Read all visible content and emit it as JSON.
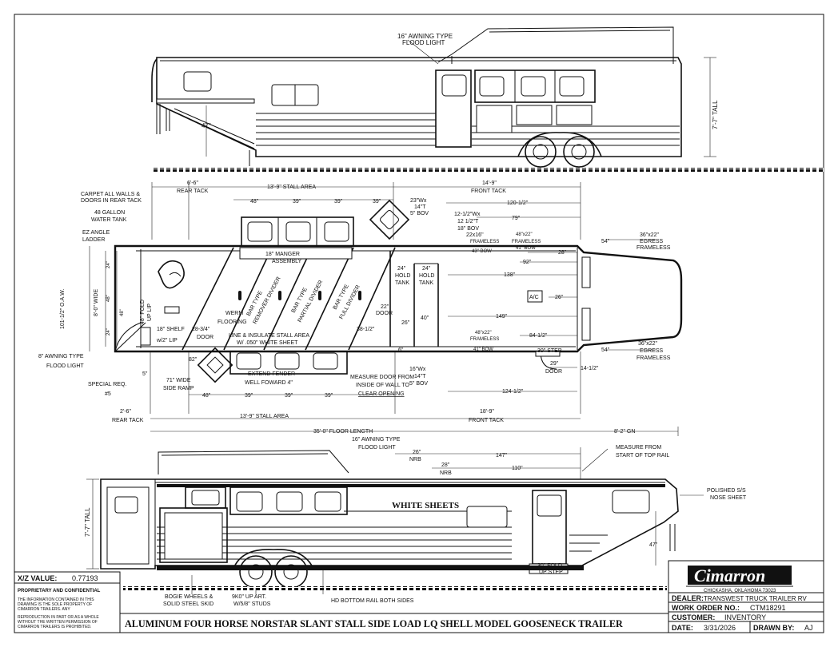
{
  "top_view": {
    "awning_light": "16\" AWNING TYPE",
    "awning_light_2": "FLOOD LIGHT",
    "height": "7'-7\" TALL",
    "dim_47": "47\""
  },
  "plan_view": {
    "rear_tack_top": "6'-6\"",
    "rear_tack_top_label": "REAR TACK",
    "stall_area_top": "13'-9\" STALL AREA",
    "front_tack_top": "14'-9\"",
    "front_tack_top_label": "FRONT TACK",
    "carpet": "CARPET ALL WALLS &",
    "carpet_2": "DOORS IN REAR TACK",
    "water_tank": "48 GALLON",
    "water_tank_2": "WATER TANK",
    "ladder": "EZ ANGLE",
    "ladder_2": "LADDER",
    "width_oa": "101-1/2\" O.A.W.",
    "width_inside": "8'-0\" WIDE",
    "dim_48_top": "48\"",
    "dim_39_a": "39\"",
    "dim_39_b": "39\"",
    "dim_39_c": "39\"",
    "bov_1": "23\"Wx",
    "bov_1b": "14\"T",
    "bov_1c": "5\" BOV",
    "bov_2": "12-1/2\"Wx",
    "bov_2b": "12 1/2\"T",
    "bov_2c": "18\" BOV",
    "bov_2d": "22x16\"",
    "dim_120": "120-1/2\"",
    "dim_79": "79\"",
    "frameless_1": "48\"x22\"",
    "frameless_1b": "FRAMELESS",
    "frameless_1c": "41\" BOW",
    "frameless_2": "FRAMELESS",
    "frameless_2b": "43\" BOW",
    "dim_92": "92\"",
    "dim_28": "28\"",
    "egress_top": "36\"x22\"",
    "egress_top_b": "EGRESS",
    "egress_top_c": "FRAMELESS",
    "dim_54_top": "54\"",
    "manger": "18\" MANGER",
    "manger_2": "ASSEMBLY",
    "bar_type_1": "BAR TYPE",
    "bar_type_1b": "REMOVER DIVIDER",
    "bar_type_2": "BAR TYPE",
    "bar_type_2b": "PARTIAL DIVIDER",
    "bar_type_3": "BAR TYPE",
    "bar_type_3b": "FULL DIVIDER",
    "hold_tank_1": "24\"",
    "hold_tank_1b": "HOLD",
    "hold_tank_1c": "TANK",
    "hold_tank_2": "24\"",
    "hold_tank_2b": "HOLD",
    "hold_tank_2c": "TANK",
    "dim_138": "138\"",
    "ac": "A/C",
    "dim_26_ac": "26\"",
    "dim_149": "149\"",
    "dim_22": "22\"",
    "door_label": "DOOR",
    "dim_26_door": "26\"",
    "dim_40": "40\"",
    "werm": "WERM",
    "werm_2": "FLOORING",
    "lip": "48\" FOLD",
    "lip_2": "UP LIP",
    "shelf": "18\" SHELF",
    "shelf_2": "w/2\" LIP",
    "door_28": "28-3/4\"",
    "door_28b": "DOOR",
    "line_insulate": "LINE & INSULATE STALL AREA",
    "line_insulate_2": "W/ .050\" WHITE SHEET",
    "dim_38": "38-1/2\"",
    "frameless_3": "48\"x22\"",
    "frameless_3b": "FRAMELESS",
    "frameless_3c": "41\" BOW",
    "dim_84": "84-1/2\"",
    "egress_bot": "36\"x22\"",
    "egress_bot_b": "EGRESS",
    "egress_bot_c": "FRAMELESS",
    "dim_54_bot": "54\"",
    "step": "30\" STEP",
    "door_29": "29\"",
    "door_29b": "DOOR",
    "dim_14": "14-1/2\"",
    "awning_left": "8\" AWNING TYPE",
    "awning_left_2": "FLOOD LIGHT",
    "dim_82": "82\"",
    "ramp": "71\" WIDE",
    "ramp_2": "SIDE RAMP",
    "special": "SPECIAL REQ.",
    "special_2": "#5",
    "fender": "EXTEND FENDER",
    "fender_2": "WELL FOWARD 4\"",
    "measure_door": "MEASURE DOOR FROM",
    "measure_door_2": "INSIDE OF WALL TO",
    "measure_door_3": "CLEAR OPENING",
    "bov_3": "16\"Wx",
    "bov_3b": "14\"T",
    "bov_3c": "5\" BOV",
    "dim_6": "6\"",
    "dim_5": "5\"",
    "dim_48_bot": "48\"",
    "dim_39_d": "39\"",
    "dim_39_e": "39\"",
    "dim_39_f": "39\"",
    "dim_124": "124-1/2\"",
    "rear_tack_bot": "2'-6\"",
    "rear_tack_bot_label": "REAR TACK",
    "stall_area_bot": "13'-9\" STALL AREA",
    "front_tack_bot": "18'-9\"",
    "front_tack_bot_label": "FRONT TACK",
    "dim_24a": "24\"",
    "dim_48l": "48\"",
    "dim_48m": "48\"",
    "dim_24b": "24\"",
    "floor_length": "35'-0\" FLOOR LENGTH",
    "gn": "8'-2\" GN"
  },
  "side_view": {
    "awning": "16\" AWNING TYPE",
    "awning_2": "FLOOD LIGHT",
    "measure_rail": "MEASURE FROM",
    "measure_rail_2": "START OF TOP RAIL",
    "dim_26": "26\"",
    "nrb_1": "NRB",
    "dim_147": "147\"",
    "dim_28": "28\"",
    "nrb_2": "NRB",
    "dim_110": "110\"",
    "height": "7'-7\" TALL",
    "white_sheets": "WHITE SHEETS",
    "nose": "POLISHED S/S",
    "nose_2": "NOSE SHEET",
    "dim_47": "47\"",
    "fold_step": "30\" FOLD",
    "fold_step_2": "UP STEP",
    "bogie": "BOGIE WHEELS &",
    "bogie_2": "SOLID STEEL SKID",
    "axle": "9K0\" UP ART.",
    "axle_2": "W/5/8\" STUDS",
    "bottom_rail": "HD BOTTOM RAIL BOTH SIDES"
  },
  "title_block": {
    "xz_label": "X/Z VALUE:",
    "xz_value": "0.77193",
    "proprietary": "PROPRIETARY AND CONFIDENTIAL",
    "notice_1": "THE INFORMATION CONTAINED IN THIS",
    "notice_2": "DRAWING IS THE SOLE PROPERTY OF",
    "notice_3": "CIMARRON TRAILERS. ANY",
    "notice_4": "REPRODUCTION IN PART OR AS A WHOLE",
    "notice_5": "WITHOUT THE WRITTEN PERMISSION OF",
    "notice_6": "CIMARRON TRAILERS IS PROHIBITED.",
    "title": "ALUMINUM FOUR HORSE NORSTAR SLANT STALL SIDE LOAD LQ SHELL MODEL GOOSENECK TRAILER",
    "logo": "Cimarron",
    "location": "CHICKASHA, OKLAHOMA 73023",
    "dealer_label": "DEALER:",
    "dealer_value": "TRANSWEST TRUCK TRAILER RV",
    "work_order_label": "WORK ORDER NO.:",
    "work_order_value": "CTM18291",
    "customer_label": "CUSTOMER:",
    "customer_value": "INVENTORY",
    "date_label": "DATE:",
    "date_value": "3/31/2026",
    "drawn_by_label": "DRAWN BY:",
    "drawn_by_value": "AJ"
  }
}
